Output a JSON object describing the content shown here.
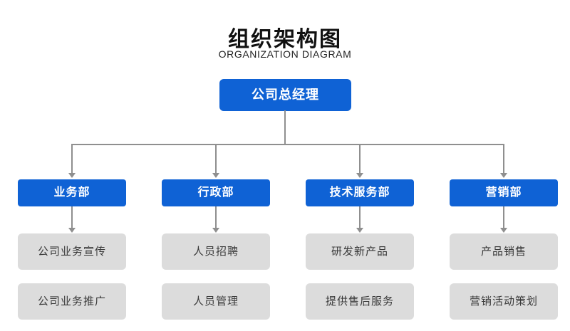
{
  "title": "组织架构图",
  "subtitle": "ORGANIZATION DIAGRAM",
  "root": {
    "name": "公司总经理"
  },
  "departments": [
    {
      "name": "业务部",
      "children": [
        "公司业务宣传",
        "公司业务推广"
      ]
    },
    {
      "name": "行政部",
      "children": [
        "人员招聘",
        "人员管理"
      ]
    },
    {
      "name": "技术服务部",
      "children": [
        "研发新产品",
        "提供售后服务"
      ]
    },
    {
      "name": "营销部",
      "children": [
        "产品销售",
        "营销活动策划"
      ]
    }
  ],
  "colors": {
    "node_blue": "#0f62d5",
    "node_gray": "#dcdcdc",
    "connector": "#8f8f8f",
    "title_text": "#111111",
    "box_text": "#3a3a3a"
  }
}
